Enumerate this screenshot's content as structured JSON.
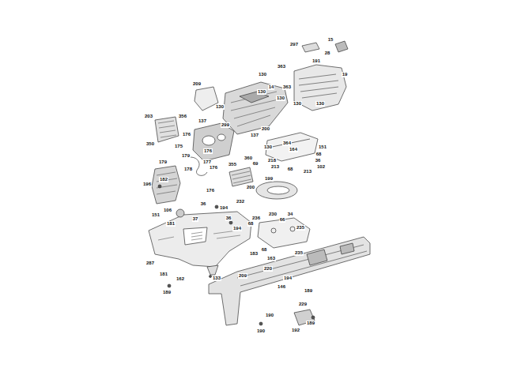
{
  "diagram": {
    "labels": [
      "297",
      "15",
      "28",
      "191",
      "363",
      "19",
      "130",
      "363",
      "130",
      "130",
      "130",
      "130",
      "209",
      "14",
      "130",
      "203",
      "356",
      "137",
      "299",
      "137",
      "200",
      "176",
      "350",
      "176",
      "175",
      "179",
      "177",
      "176",
      "178",
      "179",
      "182",
      "196",
      "176",
      "355",
      "130",
      "364",
      "164",
      "151",
      "360",
      "69",
      "218",
      "213",
      "68",
      "36",
      "102",
      "68",
      "213",
      "199",
      "200",
      "232",
      "151",
      "106",
      "36",
      "194",
      "37",
      "181",
      "36",
      "194",
      "236",
      "230",
      "34",
      "68",
      "66",
      "235",
      "183",
      "163",
      "68",
      "235",
      "287",
      "181",
      "162",
      "133",
      "189",
      "220",
      "194",
      "146",
      "229",
      "189",
      "190",
      "192",
      "189",
      "190",
      "209"
    ]
  }
}
